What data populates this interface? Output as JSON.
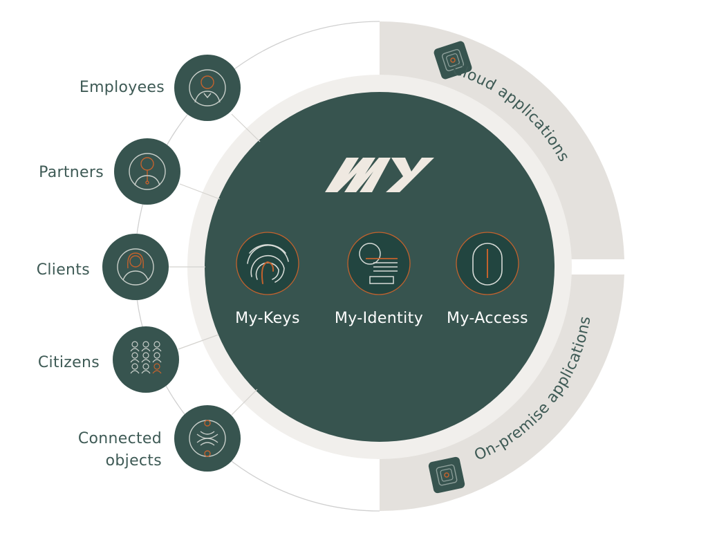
{
  "brand": {
    "logo_text": "MY"
  },
  "actors": [
    {
      "label": "Employees",
      "icon": "employee-icon"
    },
    {
      "label": "Partners",
      "icon": "partner-icon"
    },
    {
      "label": "Clients",
      "icon": "client-icon"
    },
    {
      "label": "Citizens",
      "icon": "citizens-icon"
    },
    {
      "label_line1": "Connected",
      "label_line2": "objects",
      "icon": "connected-objects-icon"
    }
  ],
  "products": [
    {
      "label": "My-Keys",
      "icon": "fingerprint-icon"
    },
    {
      "label": "My-Identity",
      "icon": "identity-card-icon"
    },
    {
      "label": "My-Access",
      "icon": "access-icon"
    }
  ],
  "applications": {
    "cloud": "Cloud applications",
    "on_premise": "On-premise applications"
  },
  "colors": {
    "primary": "#37544f",
    "accent": "#c4622d",
    "ring": "#f1efec",
    "app_panel": "#e4e1dd",
    "text": "#3e5a55"
  }
}
